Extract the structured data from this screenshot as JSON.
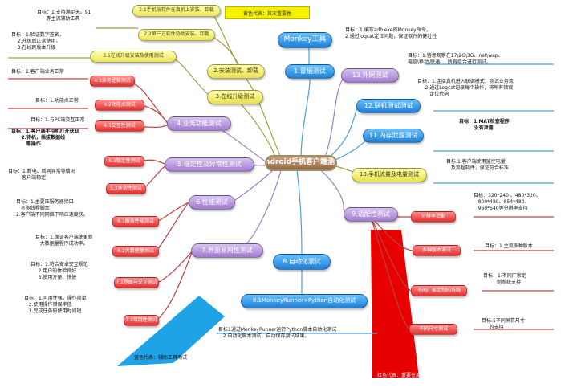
{
  "center": "android手机客户端测试",
  "branches": {
    "b1": "1.冒烟测试",
    "b2": "2.安装测试、卸载",
    "b3": "3.在线升级测试",
    "b4": "4.业务功能测试",
    "b5": "5.稳定性及异常性测试",
    "b6": "6.性能测试",
    "b7": "7.界面易用性测试",
    "b8": "8.自动化测试",
    "b9": "9.适配性测试",
    "b10": "10.手机流量及电量测试",
    "b11": "11.内存泄露测试",
    "b12": "12.联机测试测试",
    "b13": "13.外网测试",
    "monkey": "Monkey工具"
  },
  "subs": {
    "s21": "2.1手机端软件在真机上安装、卸载",
    "s22": "2.2第三方软件协助安装、卸载",
    "s31": "3.1在线升级安装及使用测试",
    "s41": "4.1业务逻辑测试",
    "s42": "4.2功能点测试",
    "s43": "4.3交互性测试",
    "s51": "5.1稳定性测试",
    "s52": "5.2异常性测试",
    "s61": "6.1服务性能测试",
    "s62": "6.2大数据量测试",
    "s71": "7.1界面与交互测试",
    "s72": "7.2可用性测试",
    "s81": "8.1MonkeyRunner+Python自动化测试",
    "s91": "分辨率适配",
    "s92": "多种版本测试",
    "s93": "不同厂家定制的系统",
    "s94": "不同尺寸测试"
  },
  "notes": {
    "n1": "目标：1.支持满足无。91\n      等主流辅助工具",
    "n2": "目标：1.验证数字签名，\n    2.升级后正常使用，\n    3.在线跨版本升级",
    "n3": "目标：1.客户端业务正常",
    "n4": "目标：1.功能点正常",
    "n5": "目标：1.与PC端交互正常",
    "n6": "目标：1.客户端手持机打开获取\n      2.待机，插拔数据线\n         等操作",
    "n7": "目标：1.断电、断网异常等情况\n         客户端稳定",
    "n8": "目标：1.主要压服务器接口\n   写多线程脚本\n2.客户端不同网络下响应速度快。",
    "n9": "目标：1.保证客户端使更新\n   大数据量程序成功率。",
    "n10": "目标：1.符合安卓交互规范\n     2.用户的体验良好\n     3.使用方便、快捷",
    "n11": "目标：1.可用性强，操作简单\n   2.使用操作错误率低\n   3.完成任务的使用时间短",
    "n12": "目标：1.编写adb.exe的Monkey命令，\n2.通过logcat定位问题，保证软件的健壮性",
    "n13": "目标：1.留意观察在17\\2G\\3G、net\\wap、\n电信\\移动\\联通、  所有组合进行测试。",
    "n14": "目标：1.连接真机进入联调模式，测试业务流\n     2.通过Logcat记录每个操作，将所有错误\n        定位代码",
    "n15": "目标：1.MAT检查程序\n         没有泄露",
    "n16": "目标:1.客户端使用监控电量\n   及流程软件，保证符合标准",
    "n17": "目标：320*240 、480*320、\n   800*480、854*480、\n   960*540等分辨率支持",
    "n18": "目标：1.主流多种版本",
    "n19": "目标：1.不同厂家定\n         制系统支持",
    "n20": "目标:1不同屏幕尺寸\n     的支持",
    "n21": "目标1通过MonkeyRunner运行Python脚本自动化测试\n   2.自动化脚本测试，自动保存测试结果。"
  },
  "legends": {
    "yellow": "黄色代表：其次重要性",
    "blue": "蓝色代表：辅助工具测试",
    "red": "红色代表：重要性测试"
  },
  "colors": {
    "purple": "#a07ccf",
    "blue": "#1e7fd6",
    "yellow": "#e9e24a",
    "red": "#e13030",
    "red_banner": "#e60000",
    "blue_banner": "#1fa3e6"
  }
}
